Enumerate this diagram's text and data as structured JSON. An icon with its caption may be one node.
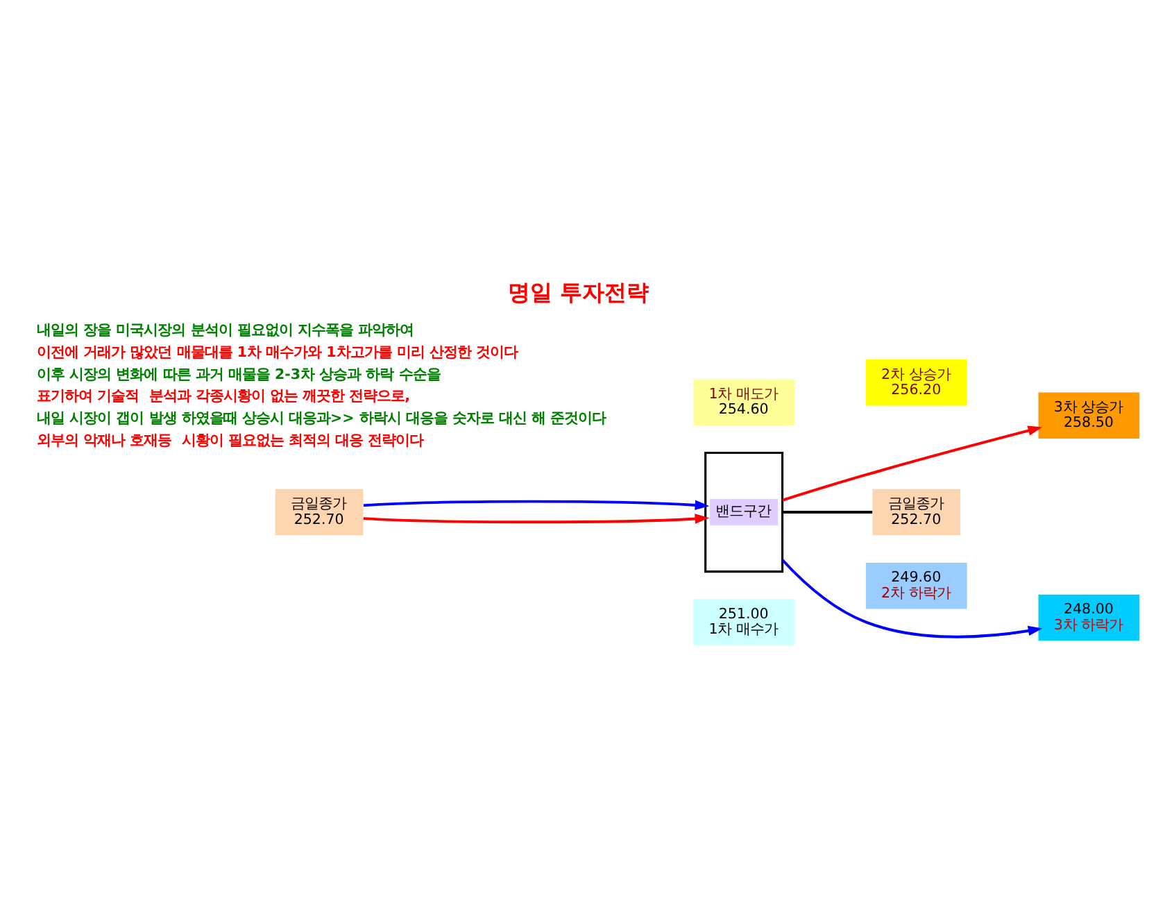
{
  "diagram": {
    "title": "명일 투자전략",
    "nodes": [
      {
        "text": [
          "금일종가",
          "252.70"
        ]
      },
      {
        "text": [
          "밴드구간"
        ]
      },
      {
        "text": [
          "1차 매도가",
          "254.60"
        ]
      },
      {
        "text": [
          "2차 상승가",
          "256.20"
        ]
      },
      {
        "text": [
          "3차 상승가",
          "258.50"
        ]
      },
      {
        "text": [
          "금일종가",
          "252.70"
        ]
      },
      {
        "text": [
          "251.00",
          "1차 매수가"
        ]
      },
      {
        "text": [
          "249.60",
          "2차 하락가"
        ]
      },
      {
        "text": [
          "248.00",
          "3차 하락가"
        ]
      }
    ],
    "edges": [
      {
        "from": 0,
        "to": 1,
        "arrow": "to",
        "color": "#ff0000"
      },
      {
        "from": 0,
        "to": 1,
        "arrow": "to",
        "color": "#0000ff"
      },
      {
        "from": 1,
        "to": 4,
        "arrow": "to",
        "color": "#ff0000"
      },
      {
        "from": 1,
        "to": 5,
        "arrow": "none",
        "color": "#000000"
      },
      {
        "from": 1,
        "to": 8,
        "arrow": "to",
        "color": "#0000ff"
      }
    ],
    "labels": [
      "내일의 장을 미국시장의 분석이 필요없이 지수폭을 파악하여",
      "이전에 거래가 많았던 매물대를 1차 매수가와 1차고가를 미리 산정한 것이다",
      "이후 시장의 변화에 따른 과거 매물을 2-3차 상승과 하락 수순을",
      "표기하여 기술적  분석과 각종시황이 없는 깨끗한 전략으로,",
      "내일 시장이 갭이 발생 하였을때 상승시 대응과>> 하락시 대응을 숫자로 대신 해 준것이다",
      "외부의 악재나 호재등  시황이 필요없는 최적의 대응 전략이다"
    ]
  }
}
